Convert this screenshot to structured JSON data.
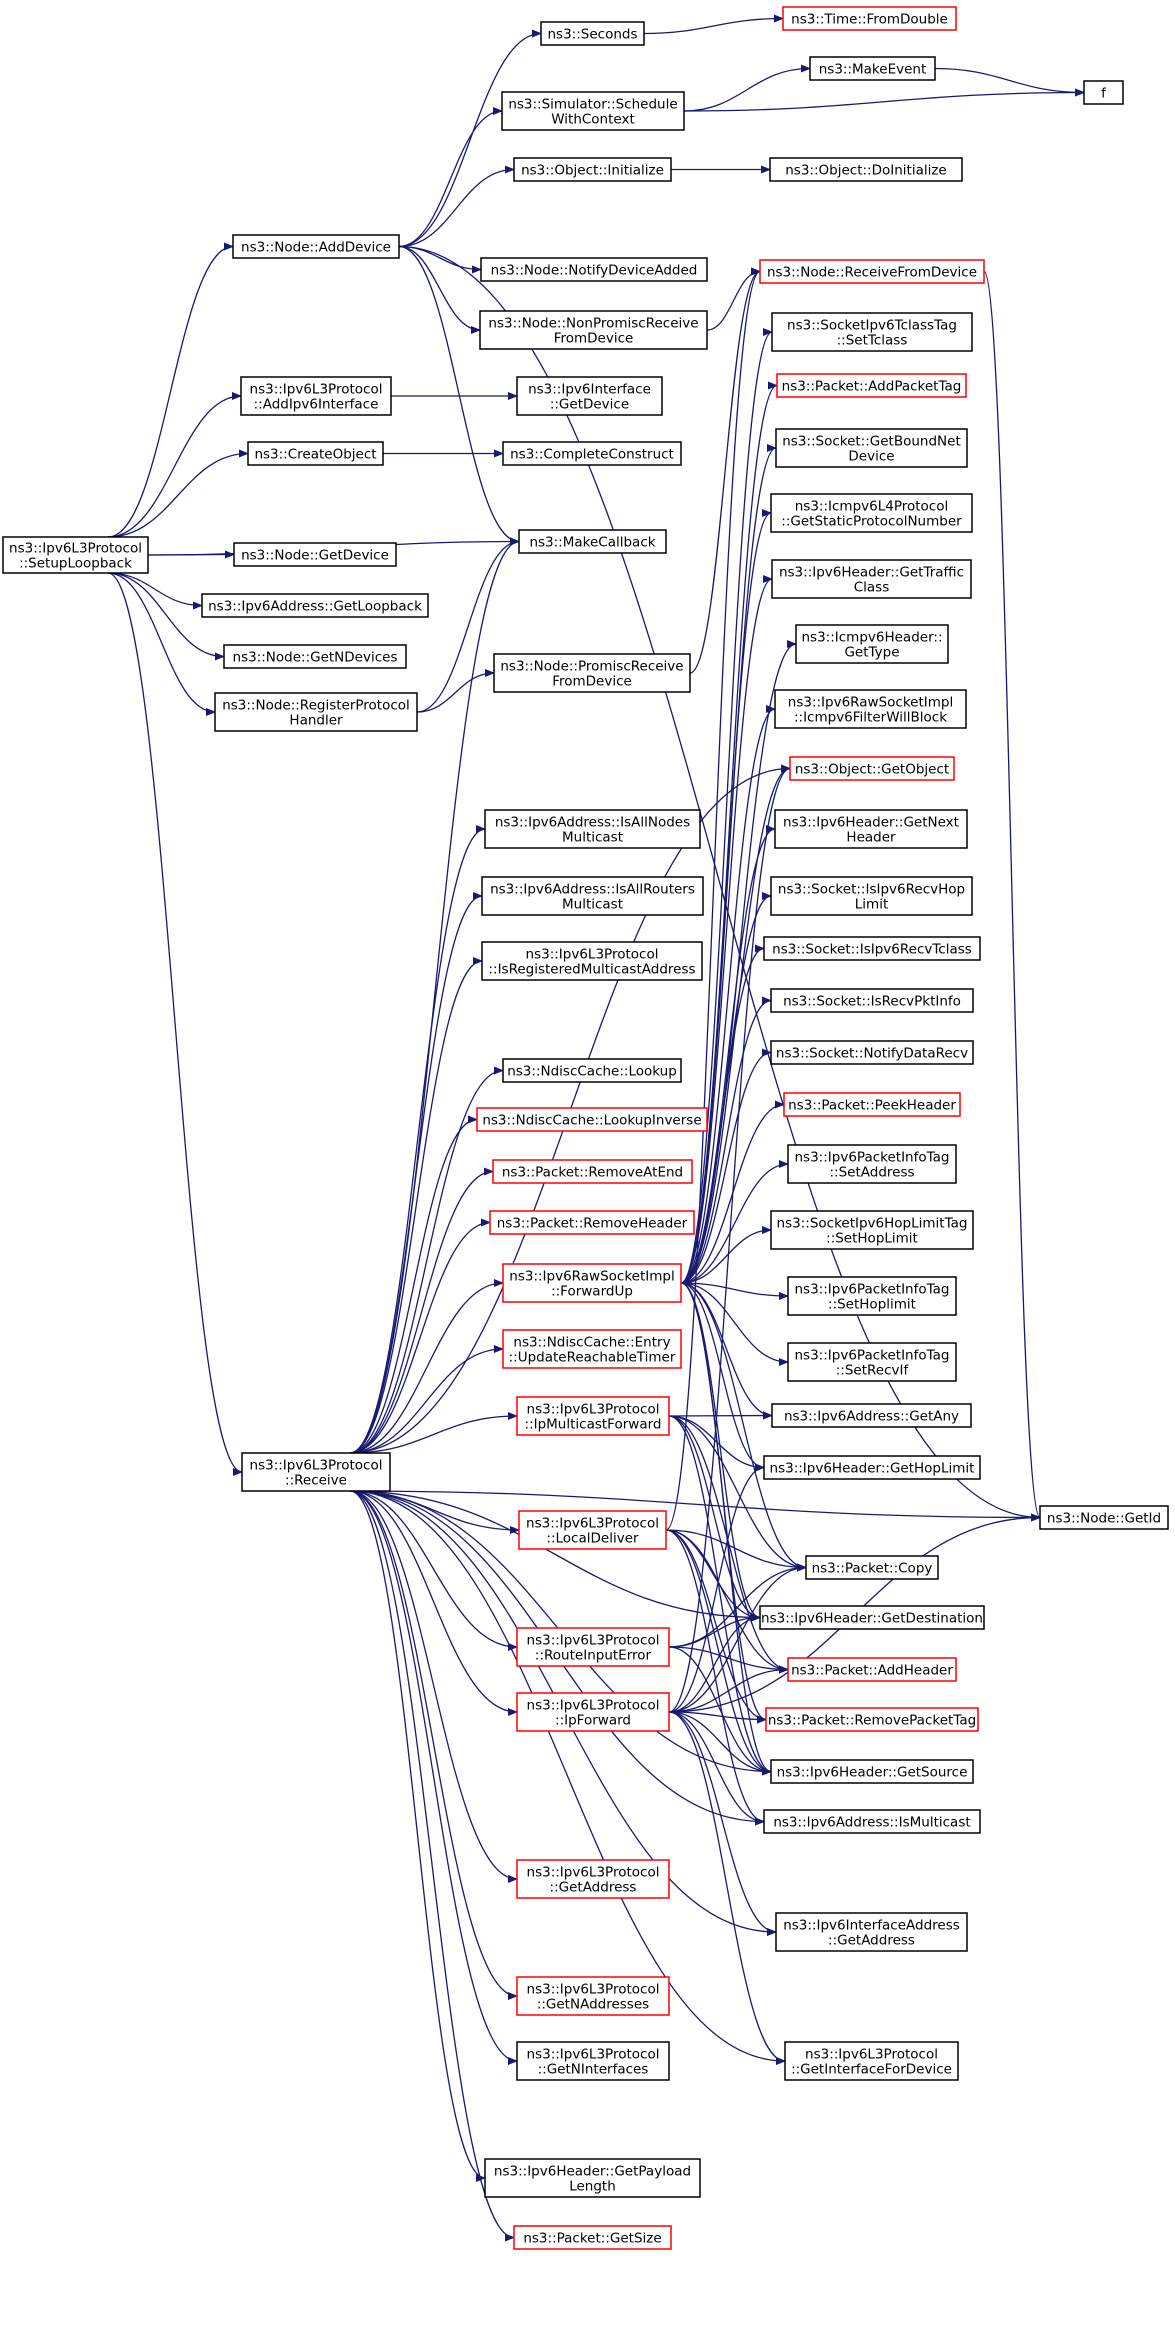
{
  "colors": {
    "edge": "#191970",
    "border": "#000000",
    "border_red": "#ff0000",
    "root_fill": "#bfbfbf",
    "text": "#000000"
  },
  "nodes": [
    {
      "id": "setup",
      "lines": [
        "ns3::Ipv6L3Protocol",
        "::SetupLoopback"
      ],
      "style": "root"
    },
    {
      "id": "seconds",
      "lines": [
        "ns3::Seconds"
      ],
      "style": "normal"
    },
    {
      "id": "fromdouble",
      "lines": [
        "ns3::Time::FromDouble"
      ],
      "style": "red"
    },
    {
      "id": "schedule",
      "lines": [
        "ns3::Simulator::Schedule",
        "WithContext"
      ],
      "style": "normal"
    },
    {
      "id": "makeevent",
      "lines": [
        "ns3::MakeEvent"
      ],
      "style": "normal"
    },
    {
      "id": "f",
      "lines": [
        "f"
      ],
      "style": "normal"
    },
    {
      "id": "objinit",
      "lines": [
        "ns3::Object::Initialize"
      ],
      "style": "normal"
    },
    {
      "id": "doinit",
      "lines": [
        "ns3::Object::DoInitialize"
      ],
      "style": "normal"
    },
    {
      "id": "adddevice",
      "lines": [
        "ns3::Node::AddDevice"
      ],
      "style": "normal"
    },
    {
      "id": "notifydev",
      "lines": [
        "ns3::Node::NotifyDeviceAdded"
      ],
      "style": "normal"
    },
    {
      "id": "recvfromdev",
      "lines": [
        "ns3::Node::ReceiveFromDevice"
      ],
      "style": "red"
    },
    {
      "id": "nonpromisc",
      "lines": [
        "ns3::Node::NonPromiscReceive",
        "FromDevice"
      ],
      "style": "normal"
    },
    {
      "id": "settclass",
      "lines": [
        "ns3::SocketIpv6TclassTag",
        "::SetTclass"
      ],
      "style": "normal"
    },
    {
      "id": "addipv6if",
      "lines": [
        "ns3::Ipv6L3Protocol",
        "::AddIpv6Interface"
      ],
      "style": "normal"
    },
    {
      "id": "ifgetdev",
      "lines": [
        "ns3::Ipv6Interface",
        "::GetDevice"
      ],
      "style": "normal"
    },
    {
      "id": "addpackettag",
      "lines": [
        "ns3::Packet::AddPacketTag"
      ],
      "style": "red"
    },
    {
      "id": "createobj",
      "lines": [
        "ns3::CreateObject"
      ],
      "style": "normal"
    },
    {
      "id": "completeconstruct",
      "lines": [
        "ns3::CompleteConstruct"
      ],
      "style": "normal"
    },
    {
      "id": "getboundnet",
      "lines": [
        "ns3::Socket::GetBoundNet",
        "Device"
      ],
      "style": "normal"
    },
    {
      "id": "icmpgetproto",
      "lines": [
        "ns3::Icmpv6L4Protocol",
        "::GetStaticProtocolNumber"
      ],
      "style": "normal"
    },
    {
      "id": "makecallback",
      "lines": [
        "ns3::MakeCallback"
      ],
      "style": "normal"
    },
    {
      "id": "nodegetdevice",
      "lines": [
        "ns3::Node::GetDevice"
      ],
      "style": "normal"
    },
    {
      "id": "gettrafficclass",
      "lines": [
        "ns3::Ipv6Header::GetTraffic",
        "Class"
      ],
      "style": "normal"
    },
    {
      "id": "getloopback",
      "lines": [
        "ns3::Ipv6Address::GetLoopback"
      ],
      "style": "normal"
    },
    {
      "id": "icmpgettype",
      "lines": [
        "ns3::Icmpv6Header::",
        "GetType"
      ],
      "style": "normal"
    },
    {
      "id": "getndevices",
      "lines": [
        "ns3::Node::GetNDevices"
      ],
      "style": "normal"
    },
    {
      "id": "promiscrecv",
      "lines": [
        "ns3::Node::PromiscReceive",
        "FromDevice"
      ],
      "style": "normal"
    },
    {
      "id": "reghandler",
      "lines": [
        "ns3::Node::RegisterProtocol",
        "Handler"
      ],
      "style": "normal"
    },
    {
      "id": "icmpfilter",
      "lines": [
        "ns3::Ipv6RawSocketImpl",
        "::Icmpv6FilterWillBlock"
      ],
      "style": "normal"
    },
    {
      "id": "getobject",
      "lines": [
        "ns3::Object::GetObject"
      ],
      "style": "red"
    },
    {
      "id": "isallnodes",
      "lines": [
        "ns3::Ipv6Address::IsAllNodes",
        "Multicast"
      ],
      "style": "normal"
    },
    {
      "id": "getnextheader",
      "lines": [
        "ns3::Ipv6Header::GetNext",
        "Header"
      ],
      "style": "normal"
    },
    {
      "id": "isallrouters",
      "lines": [
        "ns3::Ipv6Address::IsAllRouters",
        "Multicast"
      ],
      "style": "normal"
    },
    {
      "id": "isrecvhoplimit",
      "lines": [
        "ns3::Socket::IsIpv6RecvHop",
        "Limit"
      ],
      "style": "normal"
    },
    {
      "id": "isregmcast",
      "lines": [
        "ns3::Ipv6L3Protocol",
        "::IsRegisteredMulticastAddress"
      ],
      "style": "normal"
    },
    {
      "id": "isrecvtclass",
      "lines": [
        "ns3::Socket::IsIpv6RecvTclass"
      ],
      "style": "normal"
    },
    {
      "id": "isrecvpktinfo",
      "lines": [
        "ns3::Socket::IsRecvPktInfo"
      ],
      "style": "normal"
    },
    {
      "id": "ndisclookup",
      "lines": [
        "ns3::NdiscCache::Lookup"
      ],
      "style": "normal"
    },
    {
      "id": "notifydatarecv",
      "lines": [
        "ns3::Socket::NotifyDataRecv"
      ],
      "style": "normal"
    },
    {
      "id": "lookupinverse",
      "lines": [
        "ns3::NdiscCache::LookupInverse"
      ],
      "style": "red"
    },
    {
      "id": "peekheader",
      "lines": [
        "ns3::Packet::PeekHeader"
      ],
      "style": "red"
    },
    {
      "id": "removeatend",
      "lines": [
        "ns3::Packet::RemoveAtEnd"
      ],
      "style": "red"
    },
    {
      "id": "pktinfosetaddr",
      "lines": [
        "ns3::Ipv6PacketInfoTag",
        "::SetAddress"
      ],
      "style": "normal"
    },
    {
      "id": "removeheader",
      "lines": [
        "ns3::Packet::RemoveHeader"
      ],
      "style": "red"
    },
    {
      "id": "sethoplimit",
      "lines": [
        "ns3::SocketIpv6HopLimitTag",
        "::SetHopLimit"
      ],
      "style": "normal"
    },
    {
      "id": "forwardup",
      "lines": [
        "ns3::Ipv6RawSocketImpl",
        "::ForwardUp"
      ],
      "style": "red"
    },
    {
      "id": "pktinfosethop",
      "lines": [
        "ns3::Ipv6PacketInfoTag",
        "::SetHoplimit"
      ],
      "style": "normal"
    },
    {
      "id": "updatereach",
      "lines": [
        "ns3::NdiscCache::Entry",
        "::UpdateReachableTimer"
      ],
      "style": "red"
    },
    {
      "id": "setrecvif",
      "lines": [
        "ns3::Ipv6PacketInfoTag",
        "::SetRecvIf"
      ],
      "style": "normal"
    },
    {
      "id": "ipmcastfwd",
      "lines": [
        "ns3::Ipv6L3Protocol",
        "::IpMulticastForward"
      ],
      "style": "red"
    },
    {
      "id": "getany",
      "lines": [
        "ns3::Ipv6Address::GetAny"
      ],
      "style": "normal"
    },
    {
      "id": "receive",
      "lines": [
        "ns3::Ipv6L3Protocol",
        "::Receive"
      ],
      "style": "normal"
    },
    {
      "id": "gethoplimit",
      "lines": [
        "ns3::Ipv6Header::GetHopLimit"
      ],
      "style": "normal"
    },
    {
      "id": "nodegetid",
      "lines": [
        "ns3::Node::GetId"
      ],
      "style": "normal"
    },
    {
      "id": "localdeliver",
      "lines": [
        "ns3::Ipv6L3Protocol",
        "::LocalDeliver"
      ],
      "style": "red"
    },
    {
      "id": "pktcopy",
      "lines": [
        "ns3::Packet::Copy"
      ],
      "style": "normal"
    },
    {
      "id": "getdestination",
      "lines": [
        "ns3::Ipv6Header::GetDestination"
      ],
      "style": "normal"
    },
    {
      "id": "routeinputerror",
      "lines": [
        "ns3::Ipv6L3Protocol",
        "::RouteInputError"
      ],
      "style": "red"
    },
    {
      "id": "addheader",
      "lines": [
        "ns3::Packet::AddHeader"
      ],
      "style": "red"
    },
    {
      "id": "ipforward",
      "lines": [
        "ns3::Ipv6L3Protocol",
        "::IpForward"
      ],
      "style": "red"
    },
    {
      "id": "removepackettag",
      "lines": [
        "ns3::Packet::RemovePacketTag"
      ],
      "style": "red"
    },
    {
      "id": "getsource",
      "lines": [
        "ns3::Ipv6Header::GetSource"
      ],
      "style": "normal"
    },
    {
      "id": "ismulticast",
      "lines": [
        "ns3::Ipv6Address::IsMulticast"
      ],
      "style": "normal"
    },
    {
      "id": "l3getaddress",
      "lines": [
        "ns3::Ipv6L3Protocol",
        "::GetAddress"
      ],
      "style": "red"
    },
    {
      "id": "ifaddrgetaddr",
      "lines": [
        "ns3::Ipv6InterfaceAddress",
        "::GetAddress"
      ],
      "style": "normal"
    },
    {
      "id": "getnaddresses",
      "lines": [
        "ns3::Ipv6L3Protocol",
        "::GetNAddresses"
      ],
      "style": "red"
    },
    {
      "id": "getninterfaces",
      "lines": [
        "ns3::Ipv6L3Protocol",
        "::GetNInterfaces"
      ],
      "style": "normal"
    },
    {
      "id": "getiffordev",
      "lines": [
        "ns3::Ipv6L3Protocol",
        "::GetInterfaceForDevice"
      ],
      "style": "normal"
    },
    {
      "id": "getpayloadlen",
      "lines": [
        "ns3::Ipv6Header::GetPayload",
        "Length"
      ],
      "style": "normal"
    },
    {
      "id": "getsize",
      "lines": [
        "ns3::Packet::GetSize"
      ],
      "style": "red"
    }
  ],
  "edges": [
    [
      "setup",
      "adddevice"
    ],
    [
      "setup",
      "addipv6if"
    ],
    [
      "setup",
      "createobj"
    ],
    [
      "setup",
      "makecallback"
    ],
    [
      "setup",
      "nodegetdevice"
    ],
    [
      "setup",
      "getloopback"
    ],
    [
      "setup",
      "getndevices"
    ],
    [
      "setup",
      "reghandler"
    ],
    [
      "setup",
      "receive"
    ],
    [
      "adddevice",
      "seconds"
    ],
    [
      "adddevice",
      "schedule"
    ],
    [
      "adddevice",
      "objinit"
    ],
    [
      "adddevice",
      "nodegetid"
    ],
    [
      "adddevice",
      "notifydev"
    ],
    [
      "adddevice",
      "nonpromisc"
    ],
    [
      "adddevice",
      "makecallback"
    ],
    [
      "seconds",
      "fromdouble"
    ],
    [
      "schedule",
      "makeevent"
    ],
    [
      "schedule",
      "f"
    ],
    [
      "makeevent",
      "f"
    ],
    [
      "objinit",
      "doinit"
    ],
    [
      "nonpromisc",
      "recvfromdev"
    ],
    [
      "recvfromdev",
      "nodegetid"
    ],
    [
      "addipv6if",
      "ifgetdev"
    ],
    [
      "createobj",
      "completeconstruct"
    ],
    [
      "reghandler",
      "makecallback"
    ],
    [
      "reghandler",
      "promiscrecv"
    ],
    [
      "promiscrecv",
      "recvfromdev"
    ],
    [
      "receive",
      "getobject"
    ],
    [
      "receive",
      "isallnodes"
    ],
    [
      "receive",
      "isallrouters"
    ],
    [
      "receive",
      "isregmcast"
    ],
    [
      "receive",
      "ndisclookup"
    ],
    [
      "receive",
      "lookupinverse"
    ],
    [
      "receive",
      "removeatend"
    ],
    [
      "receive",
      "removeheader"
    ],
    [
      "receive",
      "forwardup"
    ],
    [
      "receive",
      "updatereach"
    ],
    [
      "receive",
      "ipmcastfwd"
    ],
    [
      "receive",
      "nodegetid"
    ],
    [
      "receive",
      "localdeliver"
    ],
    [
      "receive",
      "getdestination"
    ],
    [
      "receive",
      "routeinputerror"
    ],
    [
      "receive",
      "ipforward"
    ],
    [
      "receive",
      "getsource"
    ],
    [
      "receive",
      "ismulticast"
    ],
    [
      "receive",
      "l3getaddress"
    ],
    [
      "receive",
      "ifaddrgetaddr"
    ],
    [
      "receive",
      "getnaddresses"
    ],
    [
      "receive",
      "getninterfaces"
    ],
    [
      "receive",
      "getiffordev"
    ],
    [
      "receive",
      "getpayloadlen"
    ],
    [
      "receive",
      "getsize"
    ],
    [
      "receive",
      "makecallback"
    ],
    [
      "forwardup",
      "settclass"
    ],
    [
      "forwardup",
      "addpackettag"
    ],
    [
      "forwardup",
      "getboundnet"
    ],
    [
      "forwardup",
      "icmpgetproto"
    ],
    [
      "forwardup",
      "gettrafficclass"
    ],
    [
      "forwardup",
      "icmpgettype"
    ],
    [
      "forwardup",
      "icmpfilter"
    ],
    [
      "forwardup",
      "getobject"
    ],
    [
      "forwardup",
      "getnextheader"
    ],
    [
      "forwardup",
      "isrecvhoplimit"
    ],
    [
      "forwardup",
      "isrecvtclass"
    ],
    [
      "forwardup",
      "isrecvpktinfo"
    ],
    [
      "forwardup",
      "notifydatarecv"
    ],
    [
      "forwardup",
      "peekheader"
    ],
    [
      "forwardup",
      "pktinfosetaddr"
    ],
    [
      "forwardup",
      "sethoplimit"
    ],
    [
      "forwardup",
      "pktinfosethop"
    ],
    [
      "forwardup",
      "setrecvif"
    ],
    [
      "forwardup",
      "getany"
    ],
    [
      "forwardup",
      "gethoplimit"
    ],
    [
      "forwardup",
      "pktcopy"
    ],
    [
      "forwardup",
      "getdestination"
    ],
    [
      "forwardup",
      "removepackettag"
    ],
    [
      "forwardup",
      "getsource"
    ],
    [
      "ipmcastfwd",
      "getany"
    ],
    [
      "ipmcastfwd",
      "gethoplimit"
    ],
    [
      "ipmcastfwd",
      "pktcopy"
    ],
    [
      "ipmcastfwd",
      "getdestination"
    ],
    [
      "ipmcastfwd",
      "addheader"
    ],
    [
      "ipmcastfwd",
      "getsource"
    ],
    [
      "localdeliver",
      "recvfromdev"
    ],
    [
      "localdeliver",
      "pktcopy"
    ],
    [
      "localdeliver",
      "getdestination"
    ],
    [
      "localdeliver",
      "addheader"
    ],
    [
      "localdeliver",
      "removepackettag"
    ],
    [
      "localdeliver",
      "getsource"
    ],
    [
      "localdeliver",
      "ismulticast"
    ],
    [
      "routeinputerror",
      "pktcopy"
    ],
    [
      "routeinputerror",
      "getdestination"
    ],
    [
      "routeinputerror",
      "addheader"
    ],
    [
      "routeinputerror",
      "getsource"
    ],
    [
      "ipforward",
      "getobject"
    ],
    [
      "ipforward",
      "gethoplimit"
    ],
    [
      "ipforward",
      "pktcopy"
    ],
    [
      "ipforward",
      "getdestination"
    ],
    [
      "ipforward",
      "addheader"
    ],
    [
      "ipforward",
      "removepackettag"
    ],
    [
      "ipforward",
      "getsource"
    ],
    [
      "ipforward",
      "ismulticast"
    ],
    [
      "ipforward",
      "nodegetid"
    ],
    [
      "ipforward",
      "ifaddrgetaddr"
    ],
    [
      "ipforward",
      "getiffordev"
    ]
  ]
}
